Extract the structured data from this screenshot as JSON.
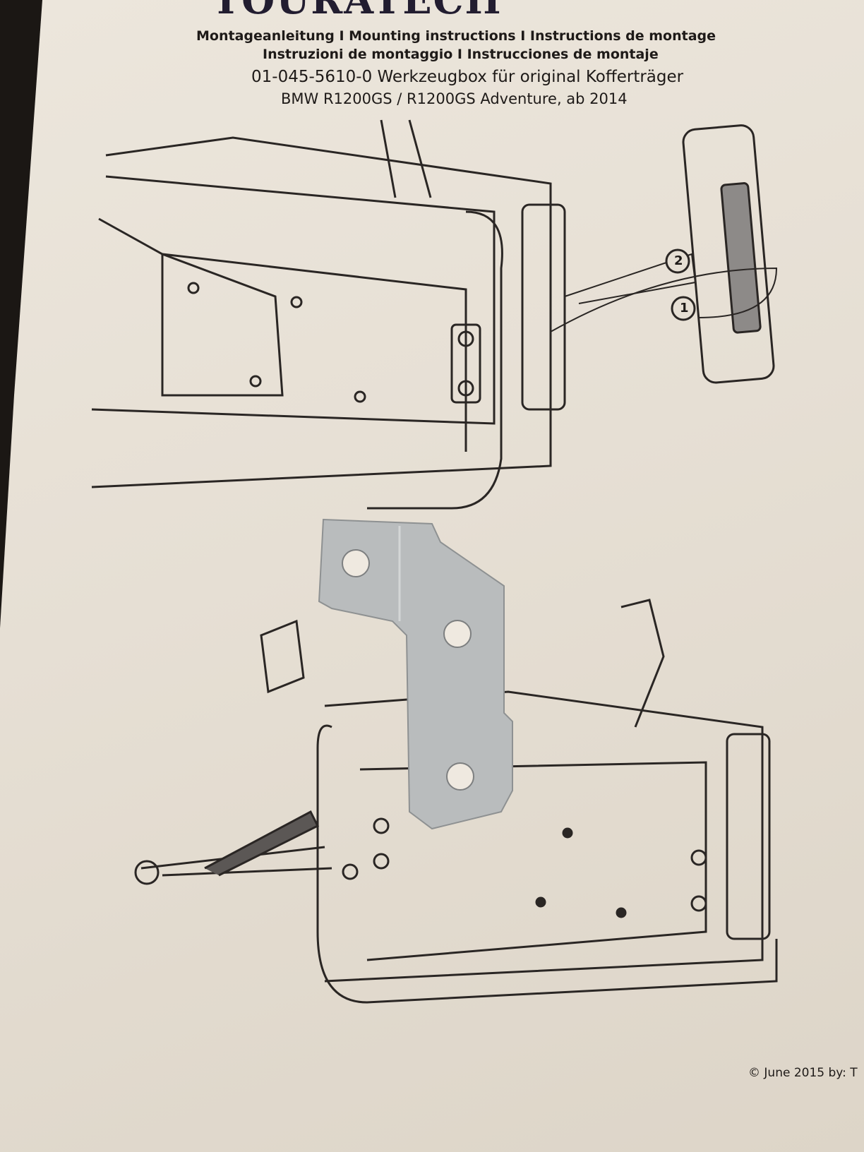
{
  "document": {
    "logo": "TOURATECH",
    "heading_line1": "Montageanleitung I Mounting instructions I Instructions de montage",
    "heading_line2": "Instruzioni de montaggio I Instrucciones de montaje",
    "product_line1": "01-045-5610-0 Werkzeugbox für original Kofferträger",
    "product_line2": "BMW R1200GS / R1200GS Adventure, ab 2014",
    "callout_1": "1",
    "callout_2": "2",
    "footer": "© June 2015 by: T"
  },
  "colors": {
    "paper": "#e6dfd4",
    "ink": "#1e1a18",
    "metal": "#b9bcbd",
    "background": "#1b1714"
  }
}
